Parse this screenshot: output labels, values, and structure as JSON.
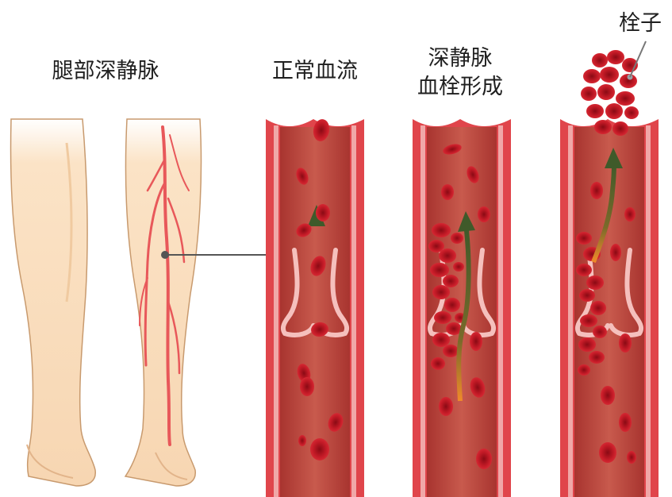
{
  "labels": {
    "legs": "腿部深静脉",
    "normal_flow": "正常血流",
    "dvt_line1": "深静脉",
    "dvt_line2": "血栓形成",
    "embolus": "栓子"
  },
  "colors": {
    "skin": "#fbe3c6",
    "skin_shadow": "#f1c99f",
    "skin_outline": "#c89a6e",
    "vein": "#e8585a",
    "vessel_wall": "#e0454b",
    "vessel_wall_light": "#f0a8a8",
    "vessel_lumen": "#c0504a",
    "blood_cell": "#b8141f",
    "blood_cell_dark": "#7d0c14",
    "valve": "#f5c0bd",
    "flow_arrow": "#4a5a2a",
    "flow_arrow_tail": "#e07820",
    "pointer_line": "#555555"
  }
}
